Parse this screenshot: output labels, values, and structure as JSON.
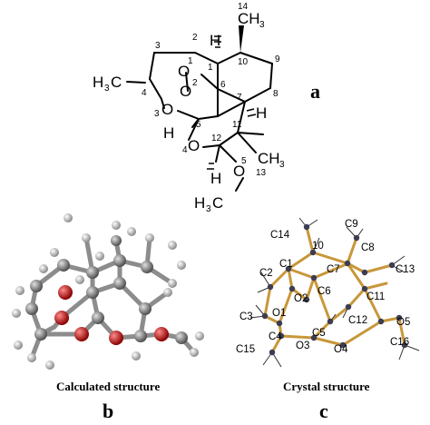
{
  "panel_a": {
    "letter": "a",
    "atoms": {
      "h_top": "H",
      "ch3_10": "CH",
      "ch3_10_sub": "3",
      "h3c_left": "H",
      "h3c_left_sub": "3",
      "h3c_left_c": "C",
      "o_peroxide_1": "O",
      "o_peroxide_2": "O",
      "o_3": "O",
      "h_c5": "H",
      "h_c7": "H",
      "o_4": "O",
      "h_c12": "H",
      "ch3_11": "CH",
      "ch3_11_sub": "3",
      "o_methoxy": "O",
      "h3c_bottom": "H",
      "h3c_bottom_sub": "3",
      "h3c_bottom_c": "C"
    },
    "numbers": {
      "n14": "14",
      "n2": "2",
      "n3": "3",
      "n10": "10",
      "n9": "9",
      "n1": "1",
      "n2o": "2",
      "n1o": "1",
      "n4": "4",
      "n6": "6",
      "n8": "8",
      "n7": "7",
      "n3o": "3",
      "n5": "5",
      "n11": "11",
      "n4o": "4",
      "n12": "12",
      "n5o": "5",
      "n13": "13"
    }
  },
  "panel_b": {
    "caption": "Calculated structure",
    "letter": "b"
  },
  "panel_c": {
    "caption": "Crystal structure",
    "letter": "c",
    "labels": {
      "C9": "C9",
      "C14": "C14",
      "c10": "10",
      "C8": "C8",
      "C2": "C2",
      "C1": "C1",
      "C7": "C7",
      "C13": "C13",
      "C6": "C6",
      "O2": "O2",
      "C11": "C11",
      "C3": "C3",
      "O1": "O1",
      "C12": "C12",
      "O5": "O5",
      "C5": "C5",
      "C4": "C4",
      "O3": "O3",
      "O4": "O4",
      "C15": "C15",
      "C16": "C16"
    }
  },
  "colors": {
    "carbon": "#7d7d7d",
    "hydrogen": "#d9d9d9",
    "oxygen": "#d21a1a",
    "crystal_bond": "#c8973a",
    "crystal_atom": "#3c3c52"
  }
}
